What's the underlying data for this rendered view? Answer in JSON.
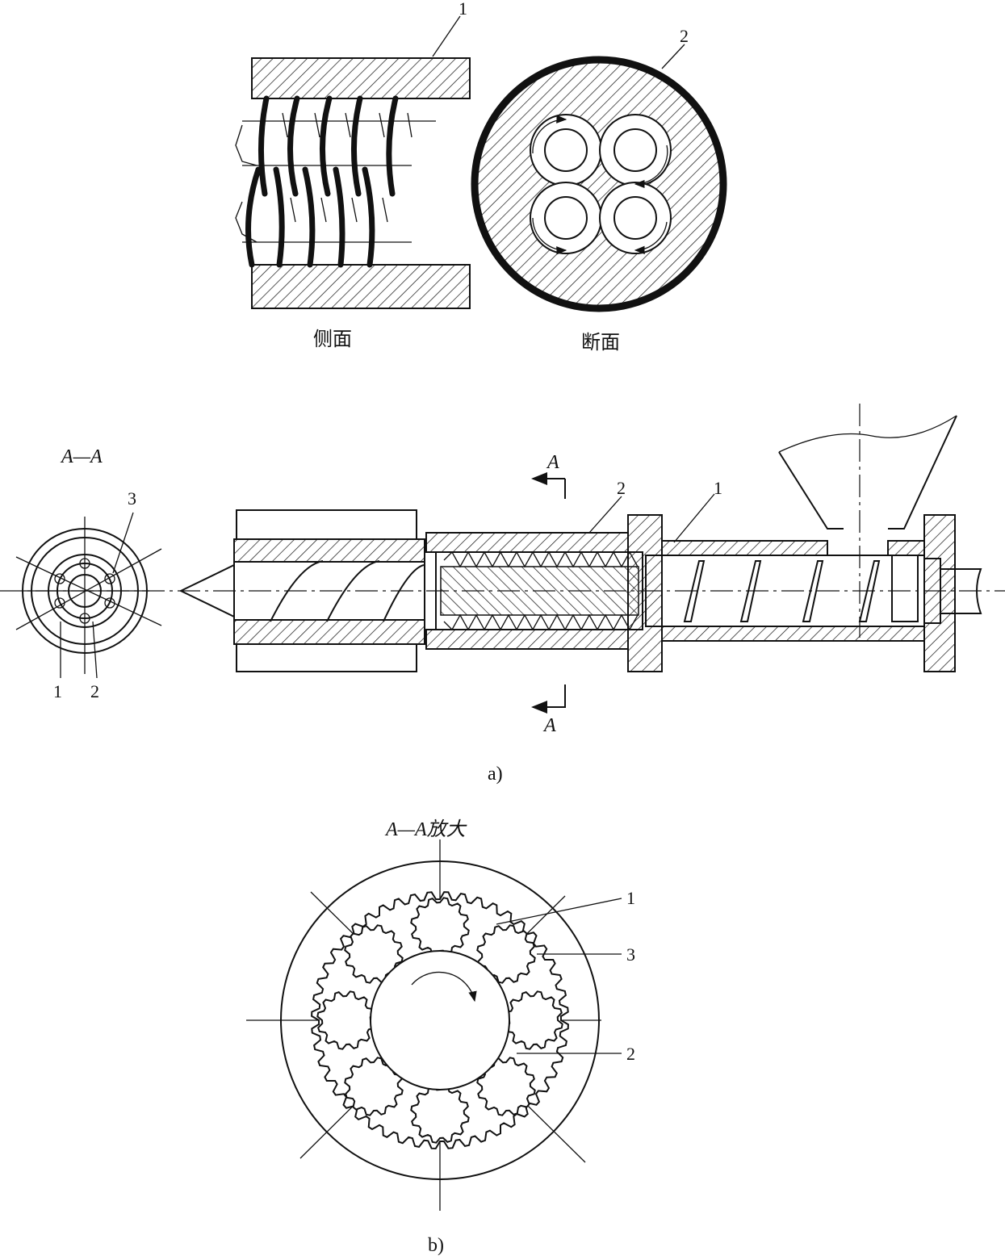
{
  "top": {
    "side_caption": "侧面",
    "section_caption": "断面",
    "label_1": "1",
    "label_2": "2"
  },
  "fig_a": {
    "section_title": "A—A",
    "section_mark_top": "A",
    "section_mark_bottom": "A",
    "cross_label_3": "3",
    "cross_label_1": "1",
    "cross_label_2": "2",
    "main_label_1": "1",
    "main_label_2": "2",
    "caption": "a)"
  },
  "fig_b": {
    "title": "A—A放大",
    "label_1": "1",
    "label_3": "3",
    "label_2": "2",
    "caption": "b)"
  }
}
